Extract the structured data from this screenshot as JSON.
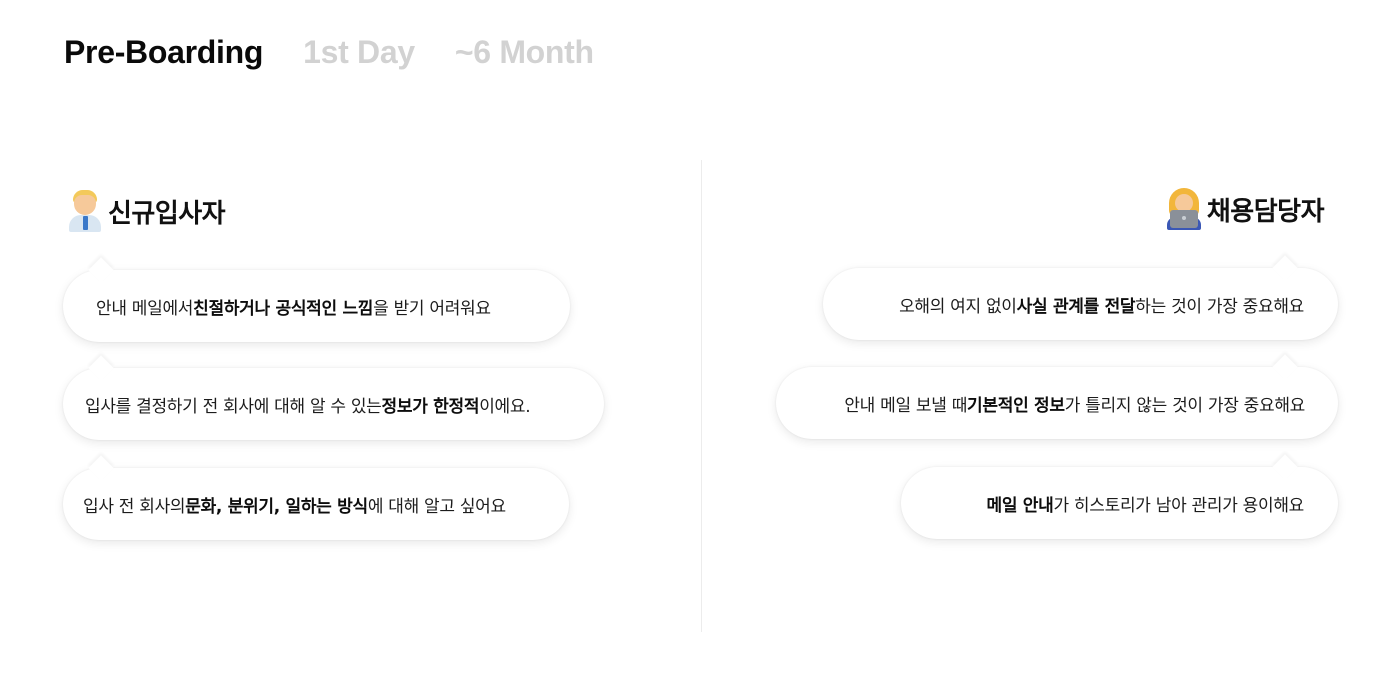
{
  "tabs": [
    {
      "label": "Pre-Boarding",
      "active": true
    },
    {
      "label": "1st Day",
      "active": false
    },
    {
      "label": "~6 Month",
      "active": false
    }
  ],
  "colors": {
    "active_tab": "#0a0a0a",
    "inactive_tab": "#d2d2d2",
    "divider": "#ececec"
  },
  "left_persona": {
    "avatar_icon": "man-office-worker-icon",
    "name": "신규입사자",
    "bubbles": [
      {
        "pre": "안내 메일에서 ",
        "bold": "친절하거나 공식적인 느낌",
        "post": "을 받기 어려워요"
      },
      {
        "pre": "입사를 결정하기 전 회사에 대해 알 수 있는 ",
        "bold": "정보가 한정적",
        "post": "이에요."
      },
      {
        "pre": "입사 전 회사의 ",
        "bold": "문화, 분위기, 일하는 방식",
        "post": "에 대해 알고 싶어요"
      }
    ]
  },
  "right_persona": {
    "avatar_icon": "woman-technologist-icon",
    "name": "채용담당자",
    "bubbles": [
      {
        "pre": "오해의 여지 없이 ",
        "bold": "사실 관계를 전달",
        "post": " 하는 것이 가장 중요해요"
      },
      {
        "pre": "안내 메일 보낼 때 ",
        "bold": "기본적인 정보",
        "post": "가 틀리지 않는 것이 가장 중요해요"
      },
      {
        "pre": "",
        "bold": "메일 안내",
        "post": "가 히스토리가 남아 관리가 용이해요"
      }
    ]
  }
}
